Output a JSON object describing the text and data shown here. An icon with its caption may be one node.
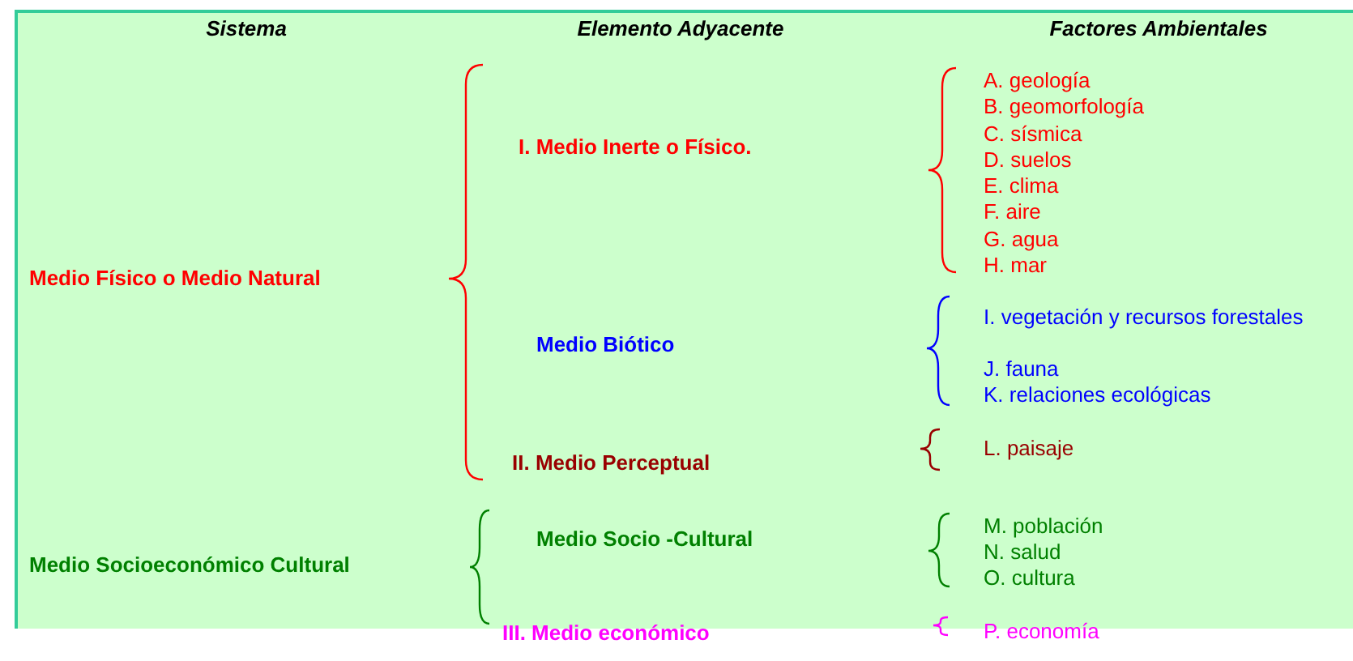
{
  "diagram": {
    "labels": [
      "Sistema",
      "Elemento Adyacente",
      "Factores Ambientales",
      "Medio Físico o Medio Natural",
      "I. Medio Inerte o Físico.",
      "A. geología",
      "B. geomorfología",
      "C. sísmica",
      "D. suelos",
      "E. clima",
      "F. aire",
      "G. agua",
      "H. mar",
      "Medio Biótico",
      "I. vegetación y recursos forestales",
      "J. fauna",
      "K. relaciones ecológicas",
      "II. Medio Perceptual",
      "L. paisaje",
      "Medio Socioeconómico Cultural",
      "Medio Socio -Cultural",
      "M. población",
      "N. salud",
      "O. cultura",
      "III. Medio económico",
      "P. economía"
    ]
  }
}
